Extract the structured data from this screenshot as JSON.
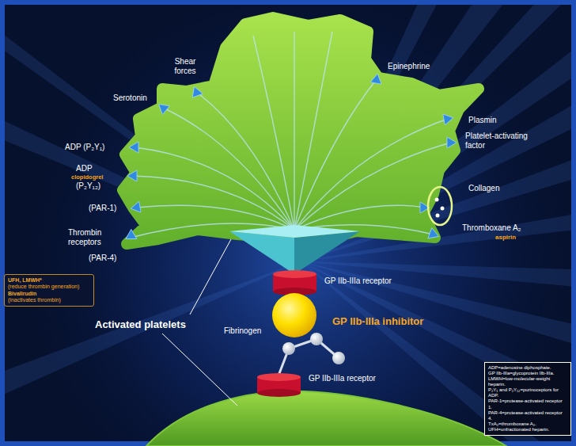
{
  "diagram": {
    "nodes": [
      {
        "text": [
          "UFH, LMWH*",
          "(reduce thrombin generation)",
          "Bivalirudin",
          "(inactivates thrombin)"
        ]
      },
      {
        "text": [
          "ADP=adenosine diphosphate.",
          "GP IIb-IIIa=glycoprotein IIb-IIIa.",
          "LMWH=low-molecular-weight heparin.",
          "P₂Y₁ and P₂Y₁₂=purinoceptors for ADP.",
          "PAR-1=protease-activated receptor 1.",
          "PAR-4=protease-activated receptor 4.",
          "TxA₂=thromboxane A₂.",
          "UFH=unfractionated heparin."
        ]
      }
    ],
    "labels": [
      "Shear forces",
      "Serotonin",
      "Epinephrine",
      "Plasmin",
      "ADP (P₂Y₁)",
      "Platelet-activating factor",
      "ADP",
      "clopidogrel",
      "(P₂Y₁₂)",
      "Collagen",
      "(PAR-1)",
      "Thrombin receptors",
      "Thromboxane A₂",
      "aspirin",
      "(PAR-4)",
      "GP IIb-IIIa receptor",
      "Activated platelets",
      "GP IIb-IIIa inhibitor",
      "Fibrinogen",
      "GP IIb-IIIa receptor"
    ]
  }
}
